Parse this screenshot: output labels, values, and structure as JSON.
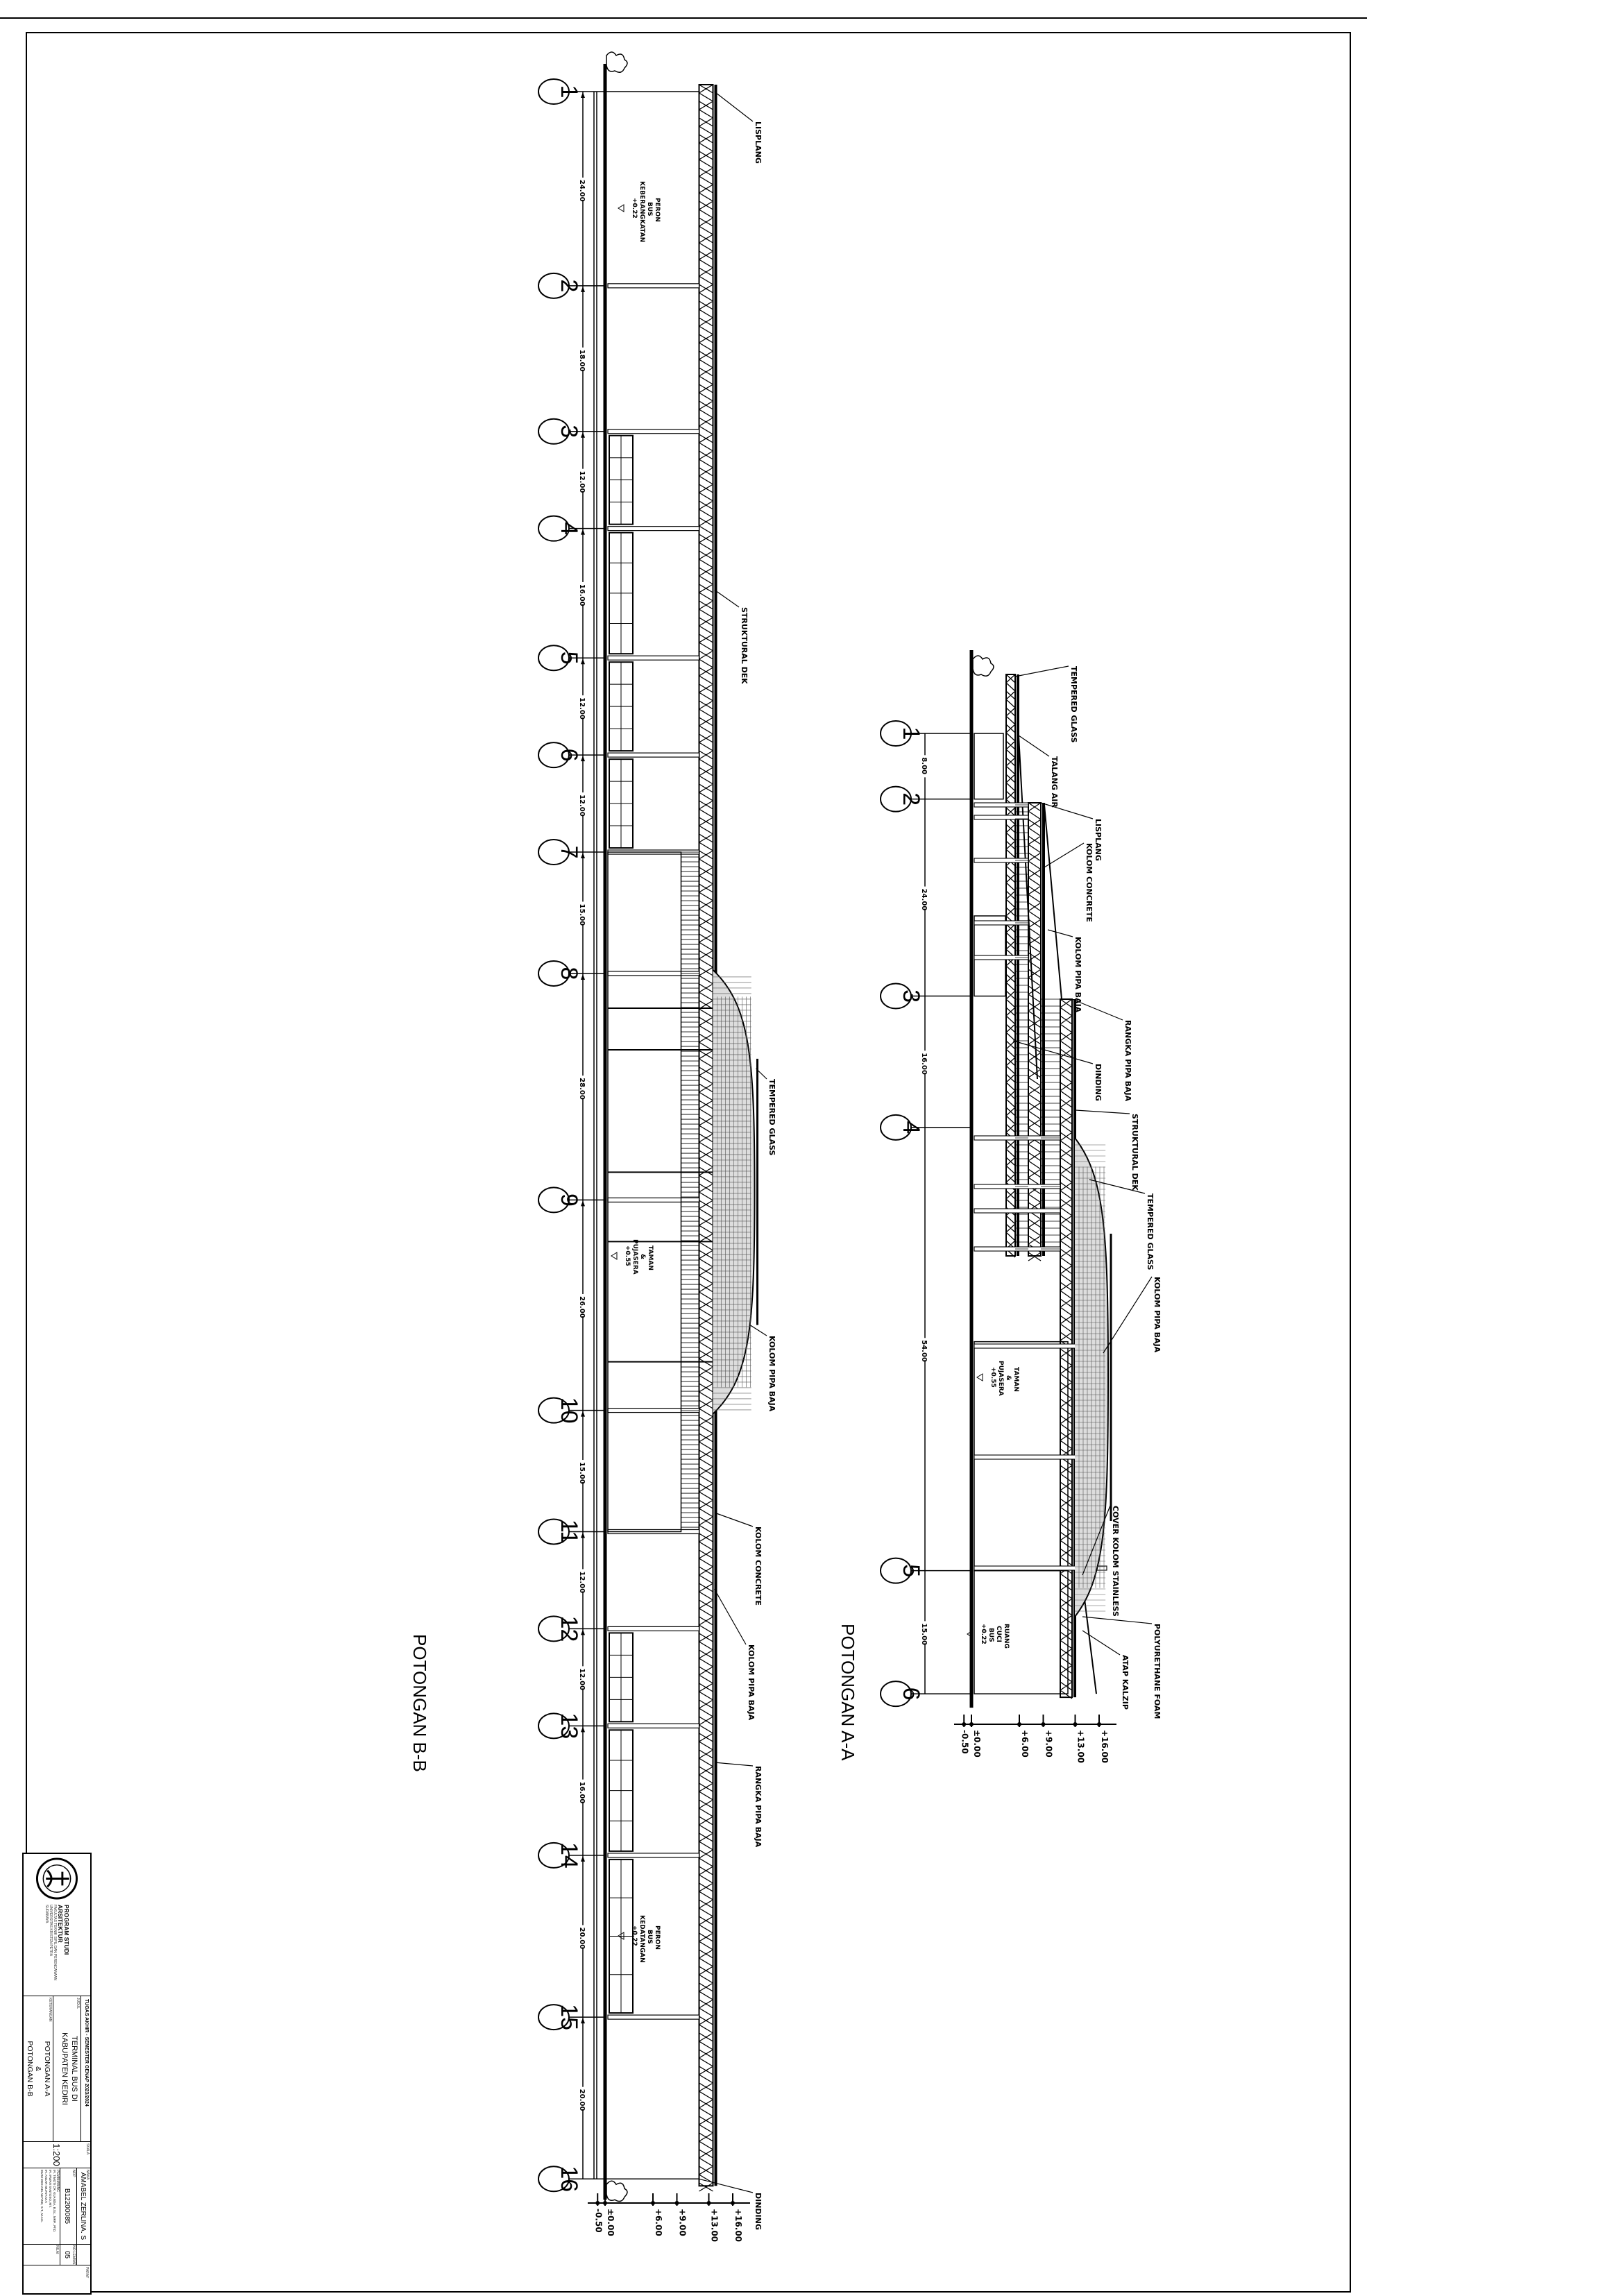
{
  "sheet": {
    "section_bb_title": "POTONGAN  B-B",
    "section_aa_title": "POTONGAN A-A"
  },
  "section_bb": {
    "grids": [
      "1",
      "2",
      "3",
      "4",
      "5",
      "6",
      "7",
      "8",
      "9",
      "10",
      "11",
      "12",
      "13",
      "14",
      "15",
      "16"
    ],
    "spans": [
      "24.00",
      "18.00",
      "12.00",
      "16.00",
      "12.00",
      "12.00",
      "15.00",
      "28.00",
      "26.00",
      "15.00",
      "12.00",
      "12.00",
      "16.00",
      "20.00",
      "20.00"
    ],
    "span_values_m": [
      24,
      18,
      12,
      16,
      12,
      12,
      15,
      28,
      26,
      15,
      12,
      12,
      16,
      20,
      20
    ],
    "levels": [
      "-0.50",
      "±0.00",
      "+6.00",
      "+9.00",
      "+13.00",
      "+16.00"
    ],
    "level_values_m": [
      -0.5,
      0,
      6,
      9,
      13,
      16
    ],
    "callouts": [
      "LISPLANG",
      "STRUKTURAL DEK",
      "TEMPERED GLASS",
      "KOLOM PIPA BAJA",
      "KOLOM CONCRETE",
      "KOLOM PIPA BAJA",
      "RANGKA PIPA BAJA",
      "DINDING"
    ],
    "rooms": [
      [
        "PERON",
        "BUS",
        "KEBERANGKATAN",
        "+0.22"
      ],
      [
        "TAMAN",
        "&",
        "PUJASERA",
        "+0.55"
      ],
      [
        "PERON",
        "BUS",
        "KEDATANGAN",
        "+0.22"
      ]
    ]
  },
  "section_aa": {
    "grids": [
      "1",
      "2",
      "3",
      "4",
      "5",
      "6"
    ],
    "spans": [
      "8.00",
      "24.00",
      "16.00",
      "54.00",
      "15.00"
    ],
    "span_values_m": [
      8,
      24,
      16,
      54,
      15
    ],
    "levels": [
      "-0.50",
      "±0.00",
      "+6.00",
      "+9.00",
      "+13.00",
      "+16.00"
    ],
    "level_values_m": [
      -0.5,
      0,
      6,
      9,
      13,
      16
    ],
    "callouts": [
      "TEMPERED GLASS",
      "TALANG AIR",
      "LISPLANG",
      "KOLOM CONCRETE",
      "KOLOM PIPA BAJA",
      "RANGKA PIPA BAJA",
      "DINDING",
      "STRUKTURAL DEK",
      "TEMPERED GLASS",
      "KOLOM PIPA BAJA",
      "COVER KOLOM STAINLESS",
      "POLYURETHANE FOAM",
      "ATAP KALZIP"
    ],
    "rooms": [
      [
        "TAMAN",
        "&",
        "PUJASERA",
        "+0.55"
      ],
      [
        "RUANG",
        "CUCI",
        "BUS",
        "+0.22"
      ]
    ]
  },
  "title_block": {
    "institution": "PROGRAM STUDI ARSITEKTUR",
    "institution_sub": [
      "FAKULTAS TEKNIK SIPIL DAN PERENCANAAN",
      "UNIVERSITAS KRISTEN PETRA",
      "SURABAYA"
    ],
    "course": "TUGAS AKHIR - SEMESTER GENAP 2023/2024",
    "project_label": "JUDUL",
    "project": [
      "TERMINAL BUS DI",
      "KABUPATEN KEDIRI"
    ],
    "sheet_label": "KETERANGAN",
    "sheet_title": [
      "POTONGAN A-A",
      "&",
      "POTONGAN B-B"
    ],
    "scale_label": "SKALA",
    "scale": "1:200",
    "name_label": "NAMA",
    "name": "AMABEL ZERLINA. S",
    "nrp_label": "NRP",
    "nrp": "B12200085",
    "advisors_label": "PEMBIMBING",
    "advisors": [
      "IR. TIMOTI CR. KUANDA, B.Sc., MRP., PhD.",
      "IR. IRWAN SANTOSO, MT.",
      "IR. ANJAR WIJAYA M.T.",
      "IMAM MICHAEL WAYNE, S.T., M.Ars."
    ],
    "sheet_no_label": "NO.LEMBAR",
    "sheet_no": "05",
    "signature_label": "PARAF",
    "grade_label": "NILAI"
  }
}
